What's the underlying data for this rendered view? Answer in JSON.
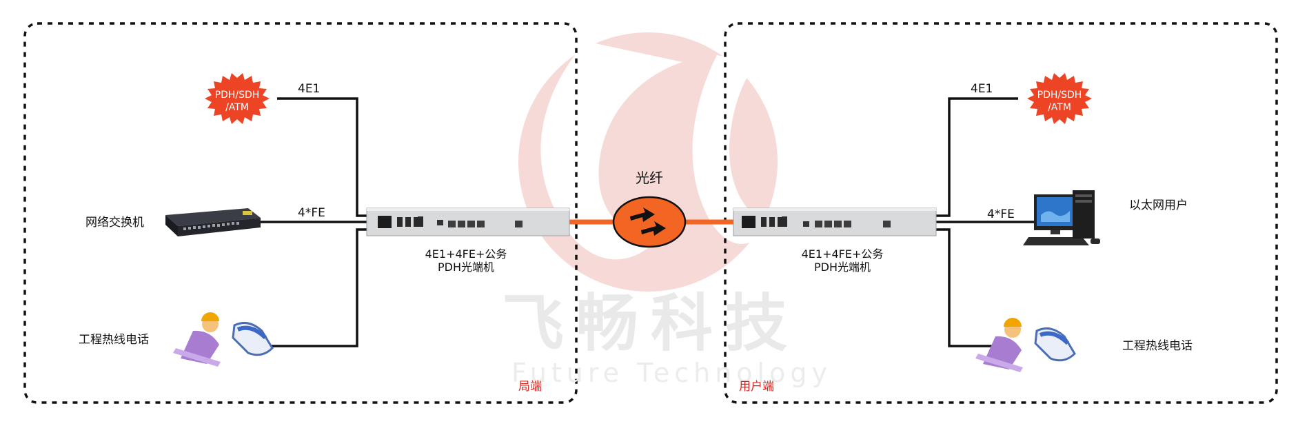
{
  "watermark": {
    "cn": "飞畅科技",
    "en": "Future Technology"
  },
  "fiber_label": "光纤",
  "left": {
    "site_label": "局端",
    "network_cloud": {
      "line1": "PDH/SDH",
      "line2": "/ATM"
    },
    "e1_label": "4E1",
    "fe_label": "4*FE",
    "switch_label": "网络交换机",
    "phone_label": "工程热线电话",
    "device": {
      "line1": "4E1+4FE+公务",
      "line2": "PDH光端机"
    }
  },
  "right": {
    "site_label": "用户端",
    "network_cloud": {
      "line1": "PDH/SDH",
      "line2": "/ATM"
    },
    "e1_label": "4E1",
    "fe_label": "4*FE",
    "pc_label": "以太网用户",
    "phone_label": "工程热线电话",
    "device": {
      "line1": "4E1+4FE+公务",
      "line2": "PDH光端机"
    }
  },
  "colors": {
    "fiber": "#f26522",
    "cloud": "#ec4424",
    "site_label": "#e0201c",
    "watermark_logo": "#f6d7d5"
  }
}
